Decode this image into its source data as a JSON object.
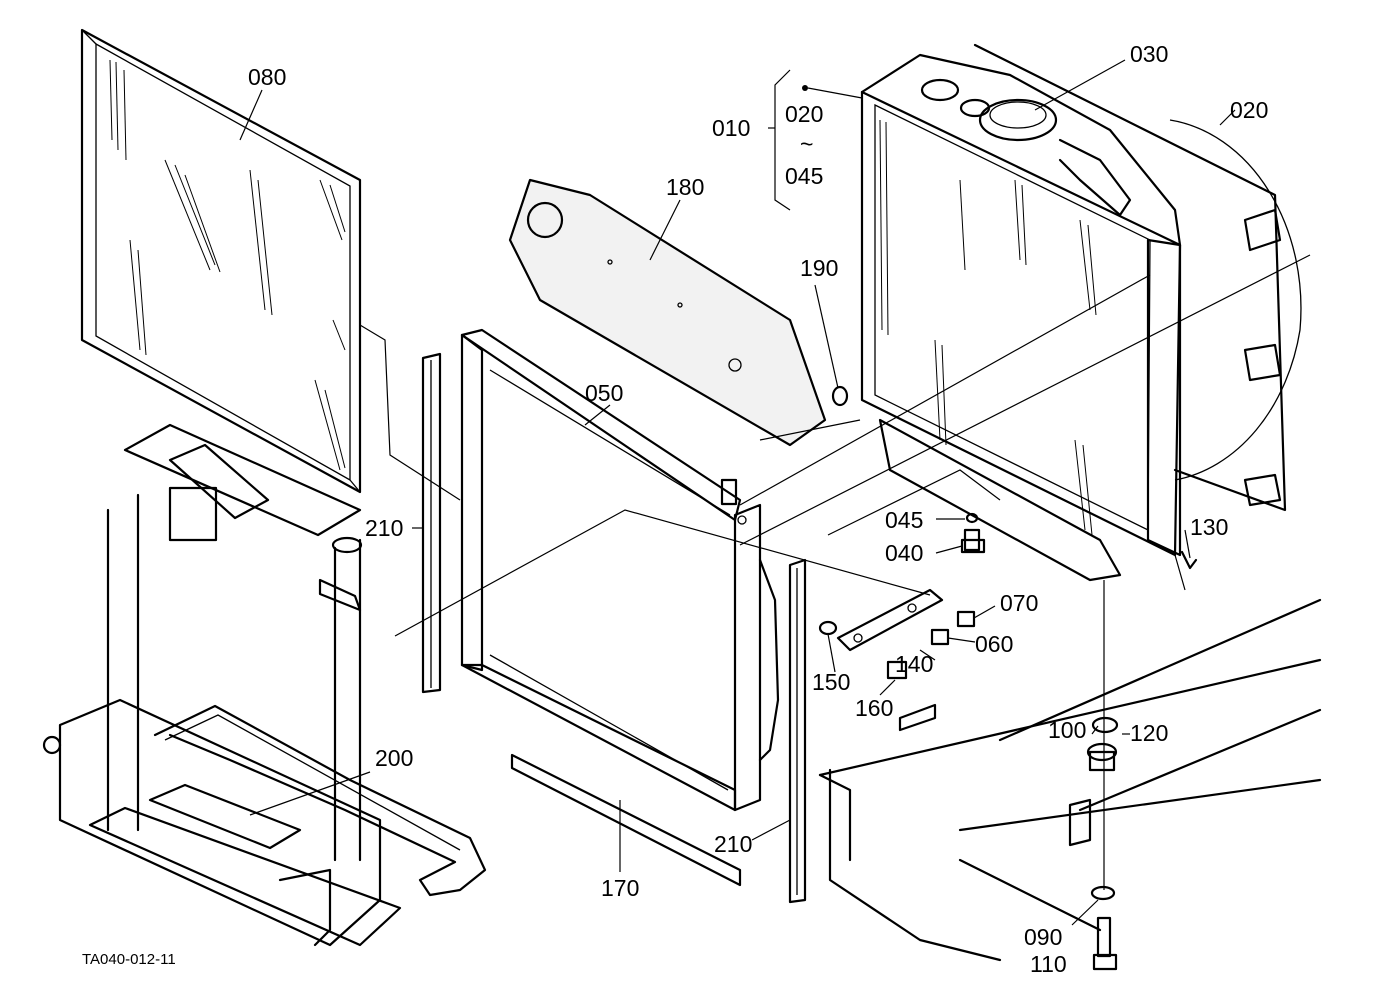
{
  "labels": {
    "p080": "080",
    "p180": "180",
    "p190": "190",
    "p050": "050",
    "p010": "010",
    "p020a": "020",
    "tilde": "~",
    "p045a": "045",
    "p030": "030",
    "p020b": "020",
    "p045b": "045",
    "p040": "040",
    "p130": "130",
    "p070": "070",
    "p060": "060",
    "p140": "140",
    "p150": "150",
    "p160": "160",
    "p210a": "210",
    "p210b": "210",
    "p200": "200",
    "p170": "170",
    "p100": "100",
    "p120": "120",
    "p090": "090",
    "p110": "110"
  },
  "reference_code": "TA040-012-11"
}
